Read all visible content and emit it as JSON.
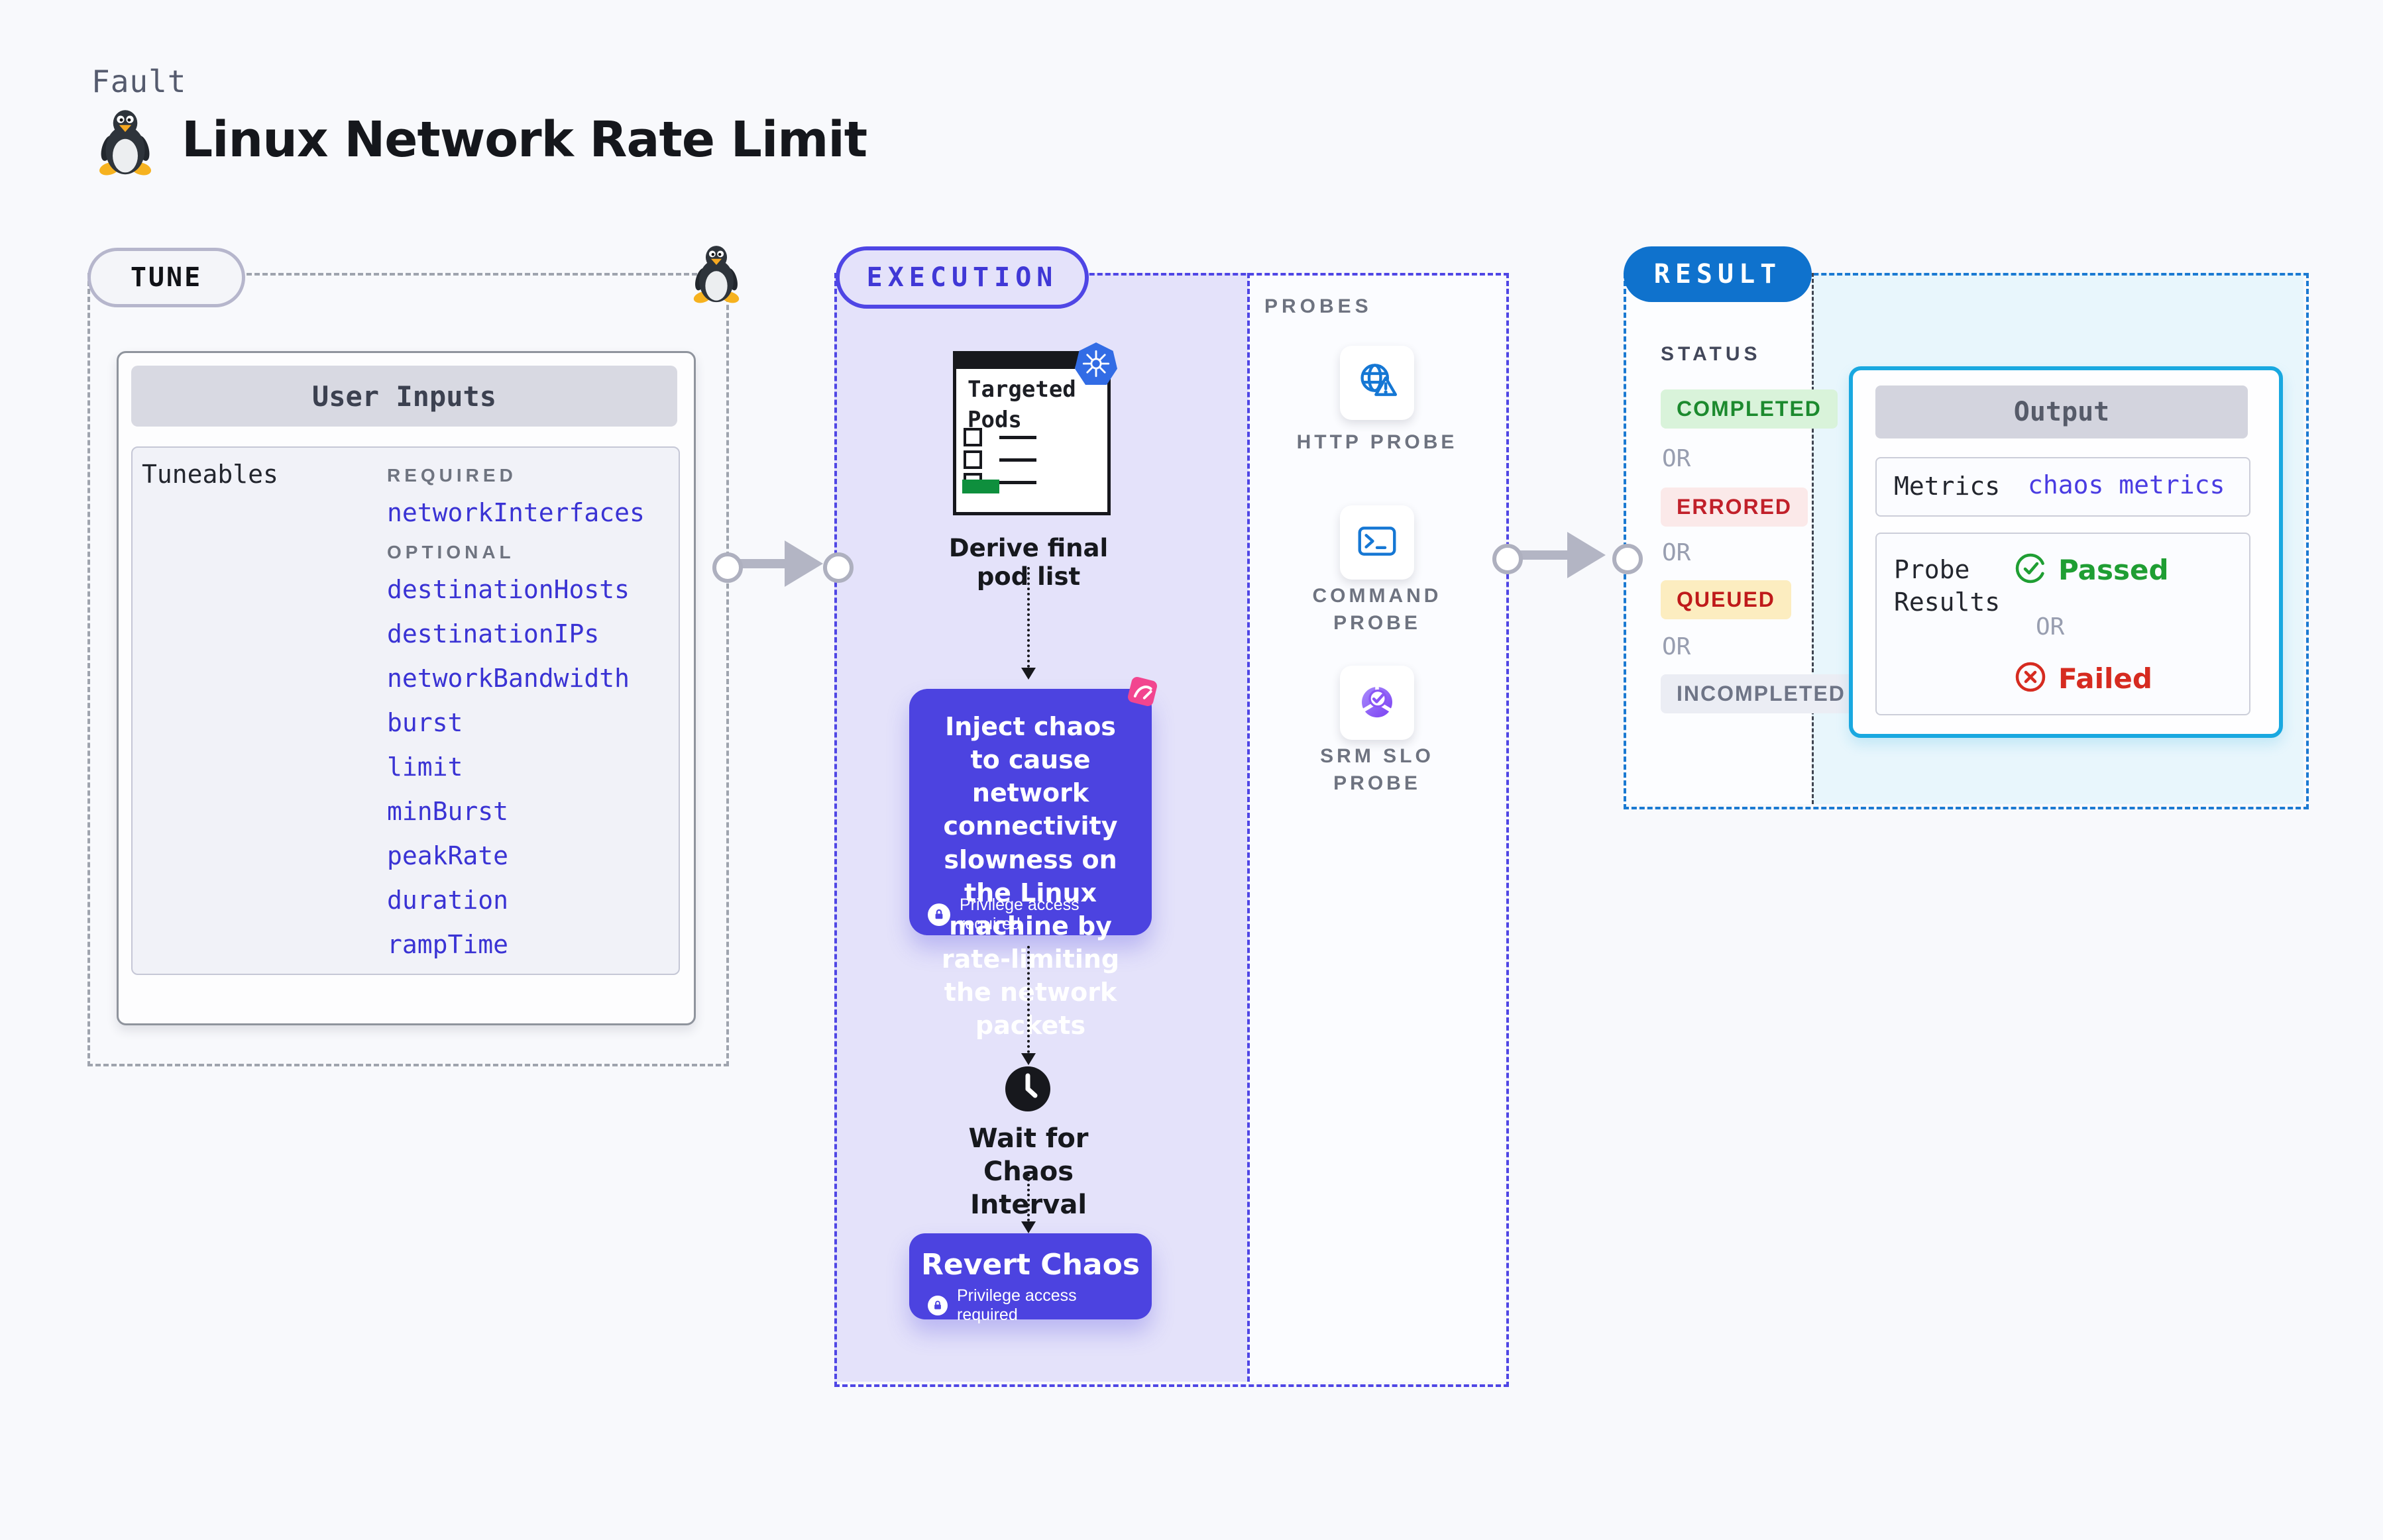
{
  "header": {
    "kind_label": "Fault",
    "title": "Linux Network Rate Limit"
  },
  "tune": {
    "section_label": "TUNE",
    "panel_title": "User Inputs",
    "group_label": "Tuneables",
    "required_label": "REQUIRED",
    "required_items": [
      "networkInterfaces"
    ],
    "optional_label": "OPTIONAL",
    "optional_items": [
      "destinationHosts",
      "destinationIPs",
      "networkBandwidth",
      "burst",
      "limit",
      "minBurst",
      "peakRate",
      "duration",
      "rampTime"
    ]
  },
  "execution": {
    "section_label": "EXECUTION",
    "pod_card_title": "Targeted Pods",
    "derive_caption": "Derive final pod list",
    "inject_text": "Inject chaos to cause network connectivity slowness on the Linux machine by rate-limiting the network packets",
    "privilege_note": "Privilege access required",
    "wait_caption": "Wait for Chaos Interval",
    "revert_label": "Revert Chaos"
  },
  "probes": {
    "section_label": "PROBES",
    "items": [
      {
        "label": "HTTP PROBE",
        "icon": "globe-alert-icon"
      },
      {
        "label": "COMMAND PROBE",
        "icon": "terminal-icon"
      },
      {
        "label": "SRM SLO PROBE",
        "icon": "slo-pie-check-icon"
      }
    ]
  },
  "result": {
    "section_label": "RESULT",
    "status_label": "STATUS",
    "or_label": "OR",
    "statuses": [
      {
        "label": "COMPLETED",
        "color": "#1c8a2e"
      },
      {
        "label": "ERRORED",
        "color": "#c1202a"
      },
      {
        "label": "QUEUED",
        "color": "#bf1a1a"
      },
      {
        "label": "INCOMPLETED",
        "color": "#6e7486"
      }
    ],
    "output": {
      "title": "Output",
      "metrics_label": "Metrics",
      "metrics_value": "chaos metrics",
      "probe_results_label": "Probe Results",
      "passed_label": "Passed",
      "failed_label": "Failed"
    }
  },
  "colors": {
    "accent_indigo": "#4c43e0",
    "accent_blue": "#0f72cd",
    "accent_cyan": "#19a8e0",
    "link_blue": "#3a33d4",
    "passed_green": "#1f9e33",
    "failed_red": "#d62b20",
    "lavender_fill": "#e4e2fa",
    "kubernetes_blue": "#326ce5",
    "chaos_pink": "#f2458f"
  }
}
